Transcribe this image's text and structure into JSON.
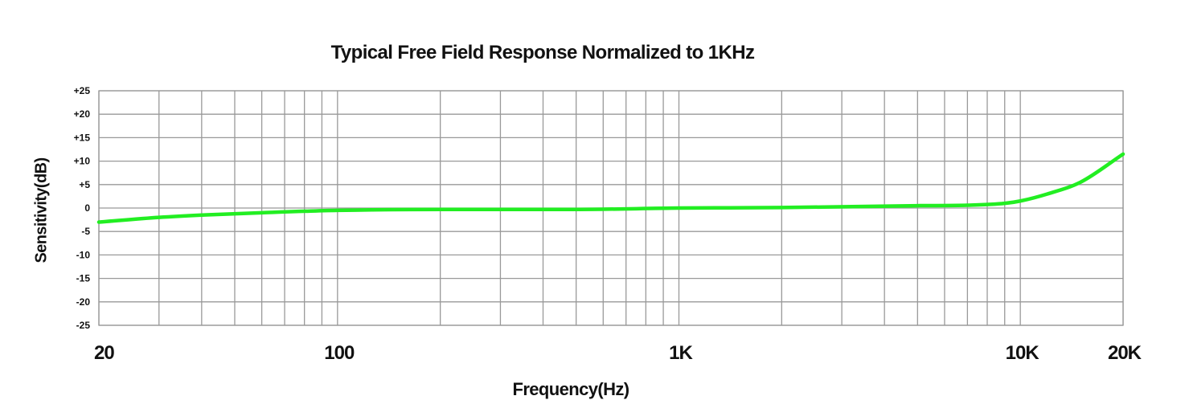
{
  "chart_data": {
    "type": "line",
    "title": "Typical Free Field Response Normalized to 1KHz",
    "xlabel": "Frequency(Hz)",
    "ylabel": "Sensitivity(dB)",
    "x_scale": "log",
    "xlim": [
      20,
      20000
    ],
    "ylim": [
      -25,
      25
    ],
    "grid": true,
    "line_color": "#22ee22",
    "grid_color": "#999999",
    "y_ticks": [
      {
        "value": 25,
        "label": "+25"
      },
      {
        "value": 20,
        "label": "+20"
      },
      {
        "value": 15,
        "label": "+15"
      },
      {
        "value": 10,
        "label": "+10"
      },
      {
        "value": 5,
        "label": "+5"
      },
      {
        "value": 0,
        "label": "0"
      },
      {
        "value": -5,
        "label": "-5"
      },
      {
        "value": -10,
        "label": "-10"
      },
      {
        "value": -15,
        "label": "-15"
      },
      {
        "value": -20,
        "label": "-20"
      },
      {
        "value": -25,
        "label": "-25"
      }
    ],
    "x_ticks": [
      {
        "value": 20,
        "label": "20"
      },
      {
        "value": 100,
        "label": "100"
      },
      {
        "value": 1000,
        "label": "1K"
      },
      {
        "value": 10000,
        "label": "10K"
      },
      {
        "value": 20000,
        "label": "20K"
      }
    ],
    "x_gridlines": [
      20,
      30,
      40,
      50,
      60,
      70,
      80,
      90,
      100,
      200,
      300,
      400,
      500,
      600,
      700,
      800,
      900,
      1000,
      2000,
      3000,
      4000,
      5000,
      6000,
      7000,
      8000,
      9000,
      10000,
      20000
    ],
    "series": [
      {
        "x": [
          20,
          30,
          40,
          60,
          100,
          200,
          500,
          1000,
          2000,
          5000,
          7000,
          9000,
          10000,
          12000,
          15000,
          20000
        ],
        "y": [
          -3.0,
          -2.0,
          -1.5,
          -1.0,
          -0.5,
          -0.3,
          -0.3,
          0.0,
          0.1,
          0.5,
          0.6,
          1.0,
          1.5,
          3.0,
          5.5,
          11.5
        ]
      }
    ]
  }
}
